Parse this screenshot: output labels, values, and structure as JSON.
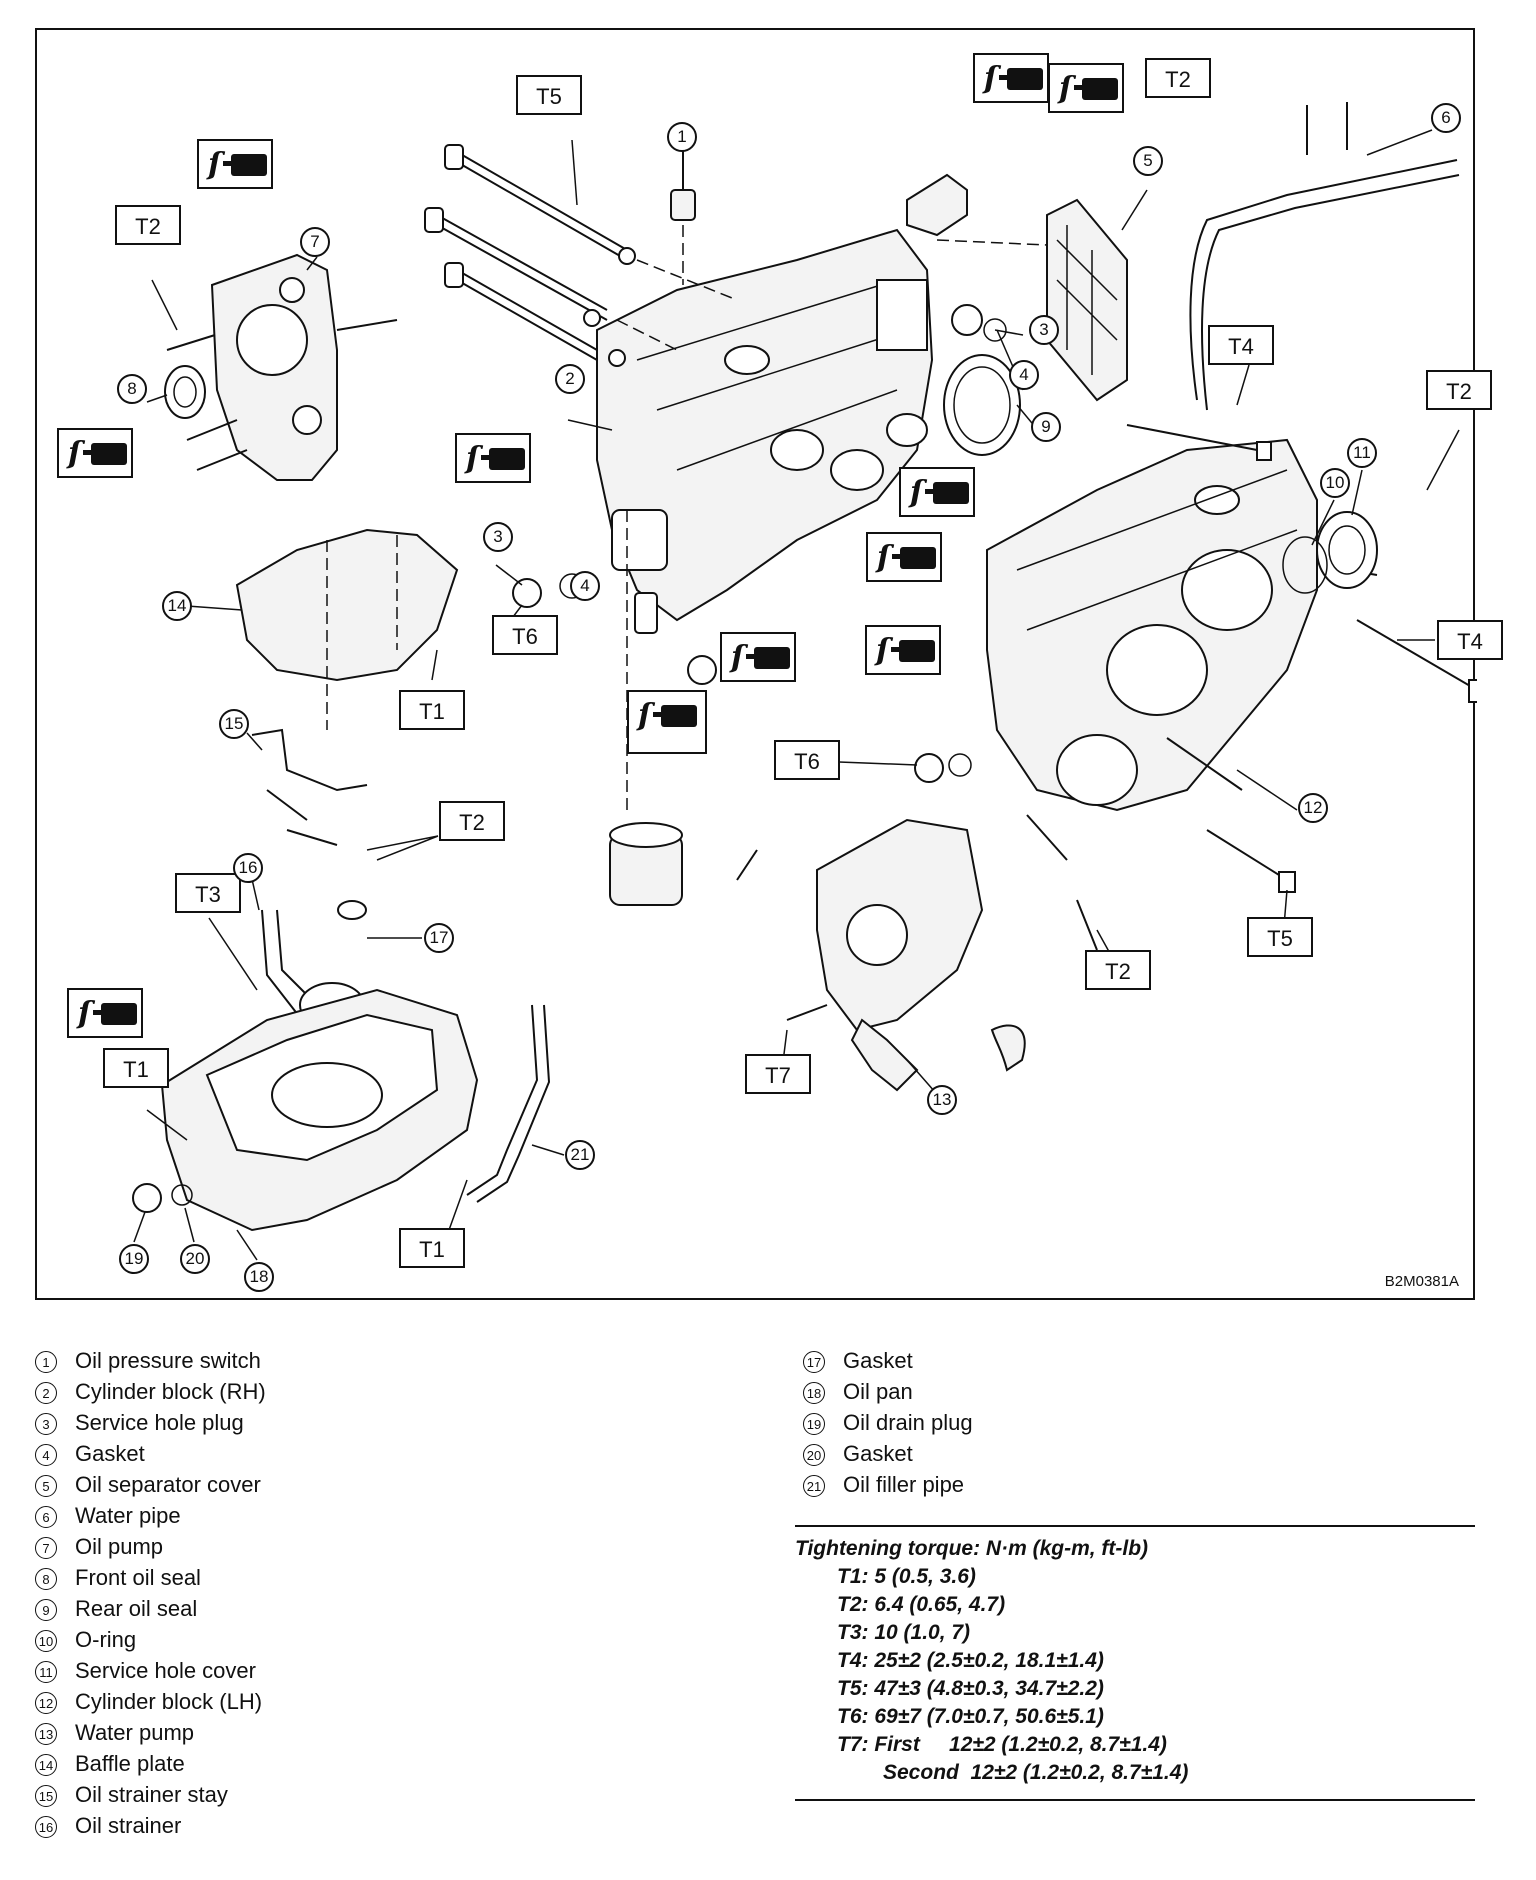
{
  "figure_code": "B2M0381A",
  "torque_boxes": [
    "T1",
    "T2",
    "T3",
    "T4",
    "T5",
    "T6",
    "T7"
  ],
  "legend": [
    {
      "num": "1",
      "label": "Oil pressure switch"
    },
    {
      "num": "2",
      "label": "Cylinder block (RH)"
    },
    {
      "num": "3",
      "label": "Service hole plug"
    },
    {
      "num": "4",
      "label": "Gasket"
    },
    {
      "num": "5",
      "label": "Oil separator cover"
    },
    {
      "num": "6",
      "label": "Water pipe"
    },
    {
      "num": "7",
      "label": "Oil pump"
    },
    {
      "num": "8",
      "label": "Front oil seal"
    },
    {
      "num": "9",
      "label": "Rear oil seal"
    },
    {
      "num": "10",
      "label": "O-ring"
    },
    {
      "num": "11",
      "label": "Service hole cover"
    },
    {
      "num": "12",
      "label": "Cylinder block (LH)"
    },
    {
      "num": "13",
      "label": "Water pump"
    },
    {
      "num": "14",
      "label": "Baffle plate"
    },
    {
      "num": "15",
      "label": "Oil strainer stay"
    },
    {
      "num": "16",
      "label": "Oil strainer"
    },
    {
      "num": "17",
      "label": "Gasket"
    },
    {
      "num": "18",
      "label": "Oil pan"
    },
    {
      "num": "19",
      "label": "Oil drain plug"
    },
    {
      "num": "20",
      "label": "Gasket"
    },
    {
      "num": "21",
      "label": "Oil filler pipe"
    }
  ],
  "legend_symbols": [
    "①",
    "②",
    "③",
    "④",
    "⑤",
    "⑥",
    "⑦",
    "⑧",
    "⑨",
    "⑩",
    "⑪",
    "⑫",
    "⑬",
    "⑭",
    "⑮",
    "⑯",
    "⑰",
    "⑱",
    "⑲",
    "⑳",
    "㉑"
  ],
  "torque": {
    "heading": "Tightening torque: N·m (kg-m, ft-lb)",
    "rows": [
      "T1: 5 (0.5, 3.6)",
      "T2: 6.4 (0.65, 4.7)",
      "T3: 10 (1.0, 7)",
      "T4: 25±2 (2.5±0.2, 18.1±1.4)",
      "T5: 47±3 (4.8±0.3, 34.7±2.2)",
      "T6: 69±7 (7.0±0.7, 50.6±5.1)",
      "T7: First     12±2 (1.2±0.2, 8.7±1.4)"
    ],
    "second": "Second  12±2 (1.2±0.2, 8.7±1.4)"
  }
}
